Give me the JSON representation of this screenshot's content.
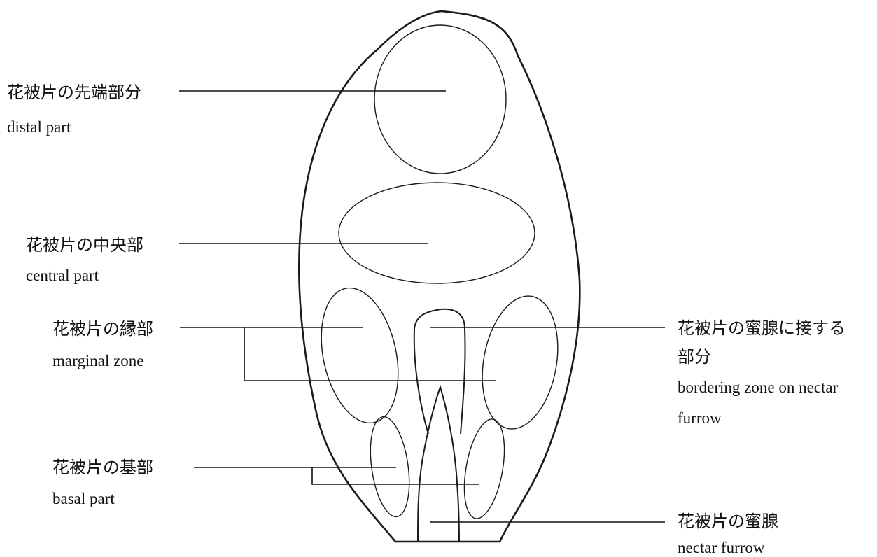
{
  "labels": {
    "distal": {
      "ja": "花被片の先端部分",
      "en": "distal part"
    },
    "central": {
      "ja": "花被片の中央部",
      "en": "central part"
    },
    "marginal": {
      "ja": "花被片の縁部",
      "en": "marginal zone"
    },
    "basal": {
      "ja": "花被片の基部",
      "en": "basal part"
    },
    "bordering": {
      "ja_line1": "花被片の蜜腺に接する",
      "ja_line2": "部分",
      "en_line1": "bordering zone on nectar",
      "en_line2": "furrow"
    },
    "nectar": {
      "ja": "花被片の蜜腺",
      "en": "nectar furrow"
    }
  },
  "colors": {
    "stroke": "#1a1a1a",
    "background": "#ffffff"
  }
}
